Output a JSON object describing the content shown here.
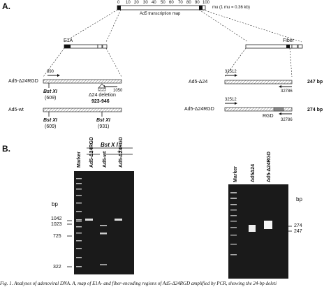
{
  "panelA": {
    "label": "A.",
    "map": {
      "title": "Ad5 transcription map",
      "scale_ticks": [
        "0",
        "10",
        "20",
        "30",
        "40",
        "50",
        "60",
        "70",
        "80",
        "90",
        "100"
      ],
      "units": "mu  (1 mu = 0.36 kb)"
    },
    "e1a_label": "E1A",
    "fiber_label": "Fiber",
    "constructs_left": [
      {
        "name": "Ad5-Δ24RGD",
        "primer_fwd": "890",
        "primer_rev": "1050",
        "site1": "Bst XI",
        "site1_pos": "(609)",
        "deletion": "Δ24 deletion",
        "deletion_range": "923-946"
      },
      {
        "name": "Ad5-wt",
        "site1": "Bst XI",
        "site1_pos": "(609)",
        "site2": "Bst XI",
        "site2_pos": "(931)"
      }
    ],
    "constructs_right": [
      {
        "name": "Ad5-Δ24",
        "primer_fwd": "32512",
        "primer_rev": "32786",
        "size": "247 bp"
      },
      {
        "name": "Ad5-Δ24RGD",
        "primer_fwd": "32512",
        "primer_rev": "32786",
        "insert": "RGD",
        "size": "274 bp"
      }
    ]
  },
  "panelB": {
    "label": "B.",
    "gel_left": {
      "enzyme": "Bst X I",
      "signs": [
        "−",
        "+"
      ],
      "lanes": [
        "Marker",
        "Ad5-Δ24RGD",
        "Ad5-wt",
        "Ad5-Δ24RGD"
      ],
      "unit": "bp",
      "markers": [
        "1042",
        "1023",
        "725",
        "322"
      ]
    },
    "gel_right": {
      "lanes": [
        "Marker",
        "Ad5Δ24",
        "Ad5-Δ24RGD"
      ],
      "unit": "bp",
      "bands": [
        "274",
        "247"
      ]
    }
  },
  "caption": "Fig. 1.  Analyses of adenoviral DNA. A, map of E1A- and fiber-encoding regions of Ad5-Δ24RGD amplified by PCR, showing the 24-bp deleti"
}
